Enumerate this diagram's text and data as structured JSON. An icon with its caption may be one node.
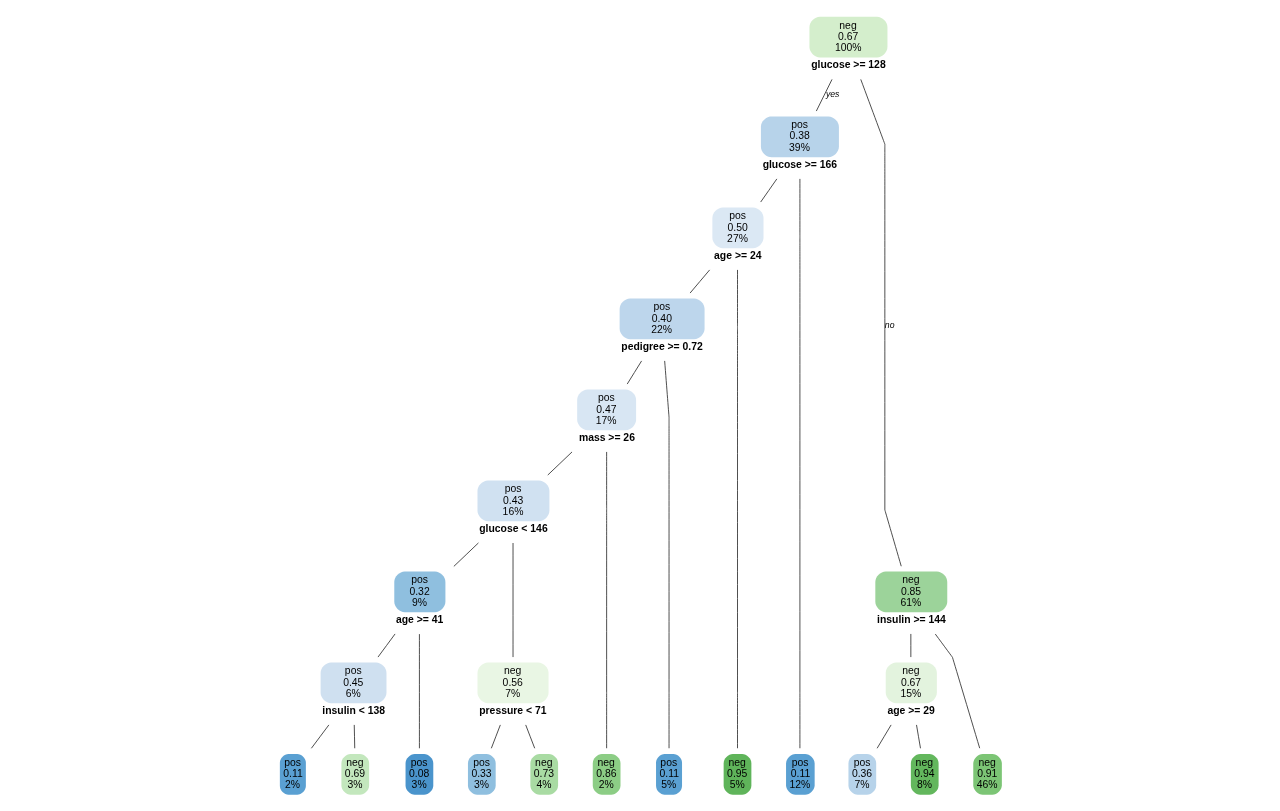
{
  "diagram": {
    "nodes": [
      {
        "text": [
          "neg",
          "0.67",
          "100%"
        ],
        "beside": [
          "glucose >= 128"
        ]
      },
      {
        "text": [
          "pos",
          "0.38",
          "39%"
        ],
        "beside": [
          "glucose >= 166"
        ]
      },
      {
        "text": [
          "neg",
          "0.85",
          "61%"
        ],
        "beside": [
          "insulin >= 144"
        ]
      },
      {
        "text": [
          "pos",
          "0.50",
          "27%"
        ],
        "beside": [
          "age >= 24"
        ]
      },
      {
        "text": [
          "neg",
          "0.67",
          "15%"
        ],
        "beside": [
          "age >= 29"
        ]
      },
      {
        "text": [
          "pos",
          "0.40",
          "22%"
        ],
        "beside": [
          "pedigree >= 0.72"
        ]
      },
      {
        "text": [
          "pos",
          "0.47",
          "17%"
        ],
        "beside": [
          "mass >= 26"
        ]
      },
      {
        "text": [
          "pos",
          "0.43",
          "16%"
        ],
        "beside": [
          "glucose < 146"
        ]
      },
      {
        "text": [
          "pos",
          "0.32",
          "9%"
        ],
        "beside": [
          "age >= 41"
        ]
      },
      {
        "text": [
          "neg",
          "0.56",
          "7%"
        ],
        "beside": [
          "pressure < 71"
        ]
      },
      {
        "text": [
          "pos",
          "0.45",
          "6%"
        ],
        "beside": [
          "insulin < 138"
        ]
      },
      {
        "text": [
          "pos",
          "0.11",
          "12%"
        ]
      },
      {
        "text": [
          "pos",
          "0.11",
          "5%"
        ]
      },
      {
        "text": [
          "pos",
          "0.08",
          "3%"
        ]
      },
      {
        "text": [
          "pos",
          "0.11",
          "2%"
        ]
      },
      {
        "text": [
          "neg",
          "0.69",
          "3%"
        ]
      },
      {
        "text": [
          "pos",
          "0.33",
          "3%"
        ]
      },
      {
        "text": [
          "neg",
          "0.73",
          "4%"
        ]
      },
      {
        "text": [
          "neg",
          "0.86",
          "2%"
        ]
      },
      {
        "text": [
          "neg",
          "0.95",
          "5%"
        ]
      },
      {
        "text": [
          "pos",
          "0.36",
          "7%"
        ]
      },
      {
        "text": [
          "neg",
          "0.94",
          "8%"
        ]
      },
      {
        "text": [
          "neg",
          "0.91",
          "46%"
        ]
      }
    ],
    "edges": [
      {
        "from": 0,
        "to": 1,
        "arrow": "none",
        "label": "yes"
      },
      {
        "from": 0,
        "to": 2,
        "arrow": "none",
        "label": "no"
      },
      {
        "from": 1,
        "to": 11,
        "arrow": "none"
      },
      {
        "from": 1,
        "to": 3,
        "arrow": "none"
      },
      {
        "from": 2,
        "to": 4,
        "arrow": "none"
      },
      {
        "from": 2,
        "to": 22,
        "arrow": "none"
      },
      {
        "from": 3,
        "to": 5,
        "arrow": "none"
      },
      {
        "from": 3,
        "to": 19,
        "arrow": "none"
      },
      {
        "from": 4,
        "to": 20,
        "arrow": "none"
      },
      {
        "from": 4,
        "to": 21,
        "arrow": "none"
      },
      {
        "from": 5,
        "to": 12,
        "arrow": "none"
      },
      {
        "from": 5,
        "to": 6,
        "arrow": "none"
      },
      {
        "from": 6,
        "to": 7,
        "arrow": "none"
      },
      {
        "from": 6,
        "to": 18,
        "arrow": "none"
      },
      {
        "from": 7,
        "to": 8,
        "arrow": "none"
      },
      {
        "from": 7,
        "to": 9,
        "arrow": "none"
      },
      {
        "from": 8,
        "to": 13,
        "arrow": "none"
      },
      {
        "from": 8,
        "to": 10,
        "arrow": "none"
      },
      {
        "from": 10,
        "to": 14,
        "arrow": "none"
      },
      {
        "from": 10,
        "to": 15,
        "arrow": "none"
      },
      {
        "from": 9,
        "to": 16,
        "arrow": "none"
      },
      {
        "from": 9,
        "to": 17,
        "arrow": "none"
      }
    ]
  }
}
